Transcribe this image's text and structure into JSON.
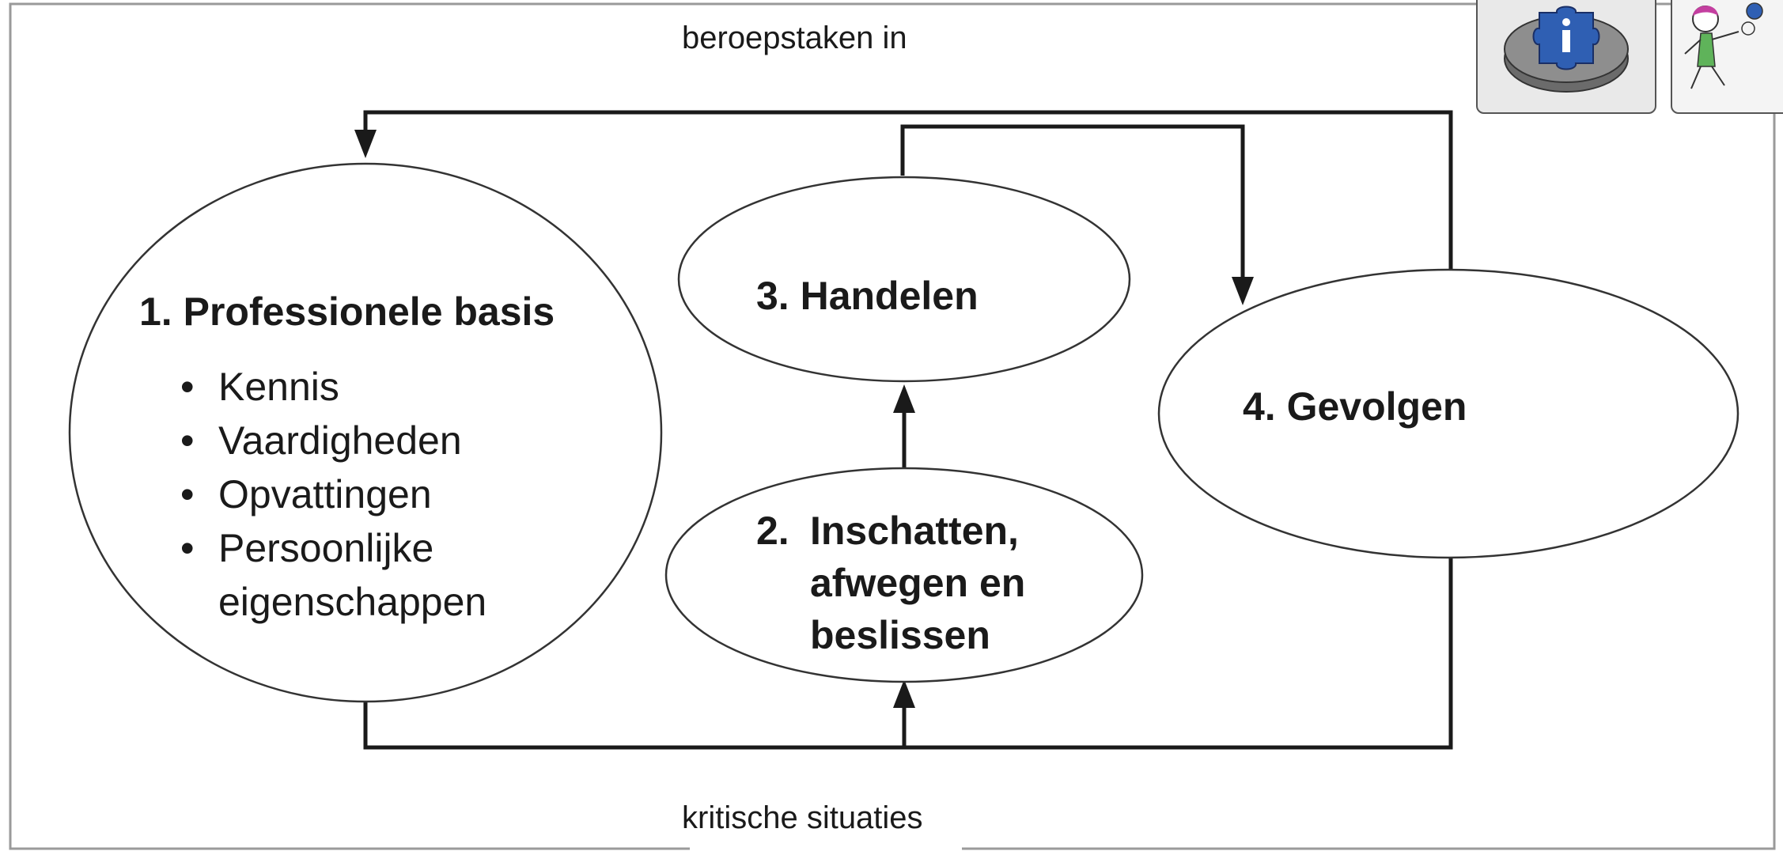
{
  "frame": {
    "top_label": "beroepstaken in",
    "bottom_label": "kritische situaties"
  },
  "nodes": {
    "professional_basis": {
      "title": "1. Professionele basis",
      "items": [
        "Kennis",
        "Vaardigheden",
        "Opvattingen",
        "Persoonlijke eigenschappen"
      ],
      "item_4_line1": "Persoonlijke",
      "item_4_line2": "eigenschappen",
      "bullet": "•"
    },
    "assess": {
      "number": "2.",
      "line1": "Inschatten,",
      "line2": "afwegen en",
      "line3": "beslissen"
    },
    "act": {
      "title": "3. Handelen"
    },
    "consequences": {
      "title": "4. Gevolgen"
    }
  },
  "icons": {
    "info_puzzle": "info-puzzle-icon",
    "cartoon_person": "cartoon-person-icon"
  },
  "colors": {
    "line": "#1a1a1a",
    "frame": "#9a9a9a",
    "puzzle_blue": "#2f5fb3"
  }
}
